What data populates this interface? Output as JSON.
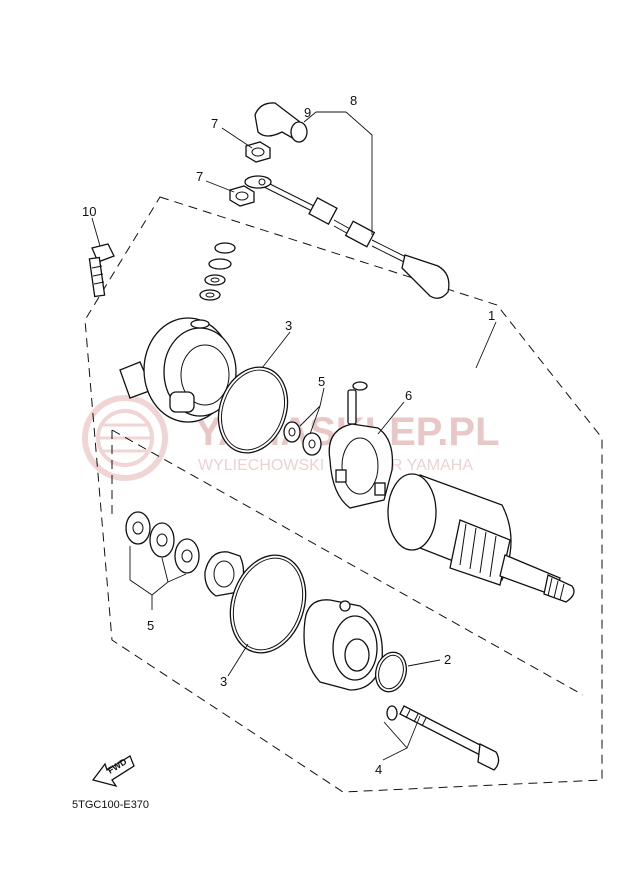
{
  "watermark": {
    "site": "YAMASKLEP.PL",
    "tagline": "WYLIECHOWSKI - DEALER YAMAHA"
  },
  "callouts": {
    "c1": "1",
    "c2": "2",
    "c3a": "3",
    "c3b": "3",
    "c4": "4",
    "c5a": "5",
    "c5b": "5",
    "c6": "6",
    "c7a": "7",
    "c7b": "7",
    "c8": "8",
    "c9": "9",
    "c10": "10"
  },
  "fwd_label": "FWD",
  "diagram_code": "5TGC100-E370",
  "colors": {
    "line": "#111111",
    "watermark": "#e9c7c7"
  }
}
